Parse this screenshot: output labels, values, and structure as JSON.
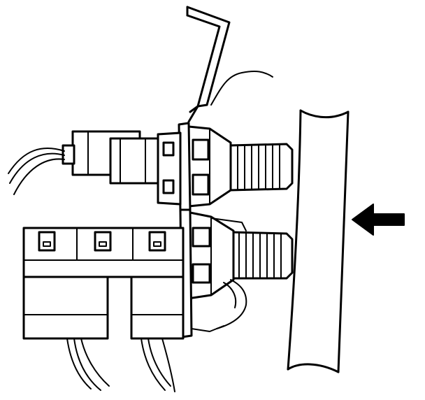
{
  "diagram": {
    "style": "black line-art technical illustration",
    "colors": {
      "line": "#000000",
      "background": "#ffffff"
    },
    "components": [
      "mounting-bracket",
      "upper-switch",
      "lower-switch",
      "upper-electrical-connector",
      "lower-electrical-connectors",
      "brake-pedal-arm",
      "direction-arrow"
    ]
  }
}
